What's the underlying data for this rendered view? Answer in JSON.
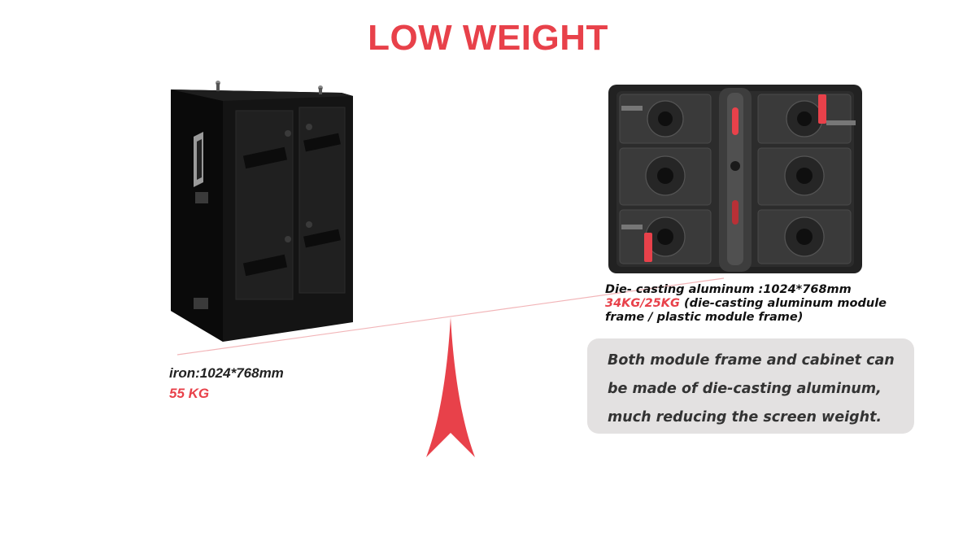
{
  "title": "LOW WEIGHT",
  "colors": {
    "accent": "#e8414a",
    "dark_text": "#222222",
    "cabinet_black": "#141414",
    "note_background": "#e3e1e1"
  },
  "iron": {
    "spec": "iron:1024*768mm",
    "weight": "55 KG"
  },
  "aluminum": {
    "spec": "Die- casting aluminum :1024*768mm",
    "weight": "34KG/25KG",
    "weight_note_line1": " (die-casting aluminum module",
    "weight_note_line2": "frame / plastic module frame)"
  },
  "note": {
    "lines": [
      "Both module frame and cabinet can",
      "be made of die-casting aluminum,",
      "much reducing the screen weight."
    ]
  },
  "icons": [
    "iron-cabinet-image",
    "aluminum-cabinet-image",
    "balance-scale-icon"
  ]
}
